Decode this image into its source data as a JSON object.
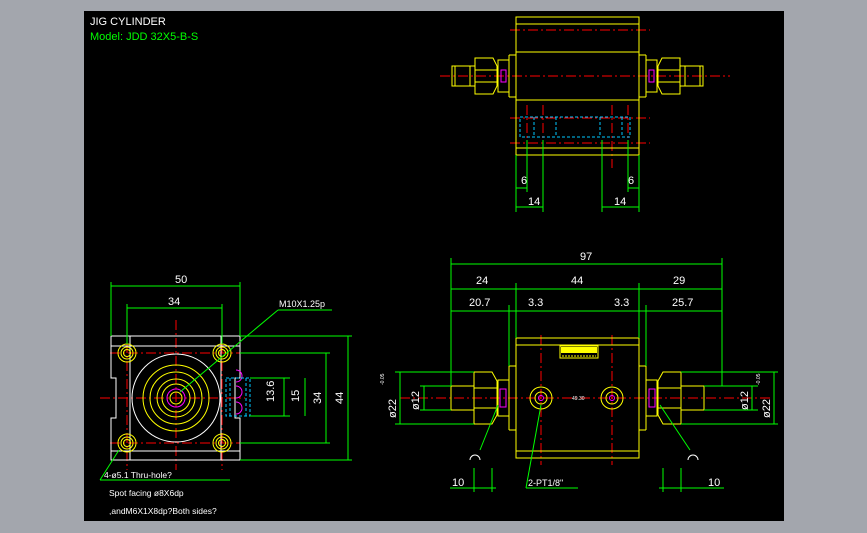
{
  "title": "JIG CYLINDER",
  "model": "Model: JDD 32X5-B-S",
  "top_view": {
    "dims": {
      "port_offset_left": "6",
      "port_offset_right": "6",
      "width_left": "14",
      "width_right": "14"
    }
  },
  "front_view": {
    "dims": {
      "overall_width": "50",
      "bolt_pitch": "34",
      "height_13_6": "13.6",
      "height_15": "15",
      "height_34": "34",
      "height_44": "44"
    },
    "thread_callout": "M10X1.25p",
    "hole_note": [
      "4-ø5.1 Thru-hole?",
      "Spot facing ø8X6dp",
      ",andM6X1X8dp?Both sides?"
    ]
  },
  "side_view": {
    "dims": {
      "overall_length": "97",
      "left_seg": "24",
      "mid_seg": "44",
      "right_seg": "29",
      "sub_20_7": "20.7",
      "sub_3_3_left": "3.3",
      "sub_3_3_right": "3.3",
      "sub_25_7": "25.7",
      "dia_22_left": "ø22",
      "dia_22_left_tol": "-0.05",
      "dia_12_left": "ø12",
      "dia_12_right": "ø12",
      "dia_22_right": "ø22",
      "dia_22_right_tol": "-0.05",
      "wrench_left": "10",
      "wrench_right": "10",
      "port_callout": "2-PT1/8\"",
      "center_mark": "49.30"
    }
  },
  "colors": {
    "background": "#000000",
    "frame": "#a3a6ad",
    "body": "#ffff00",
    "dimension": "#00ff00",
    "centerline": "#ff0000",
    "text": "#ffffff",
    "hidden": "#00c8ff",
    "accent": "#ff00ff"
  }
}
